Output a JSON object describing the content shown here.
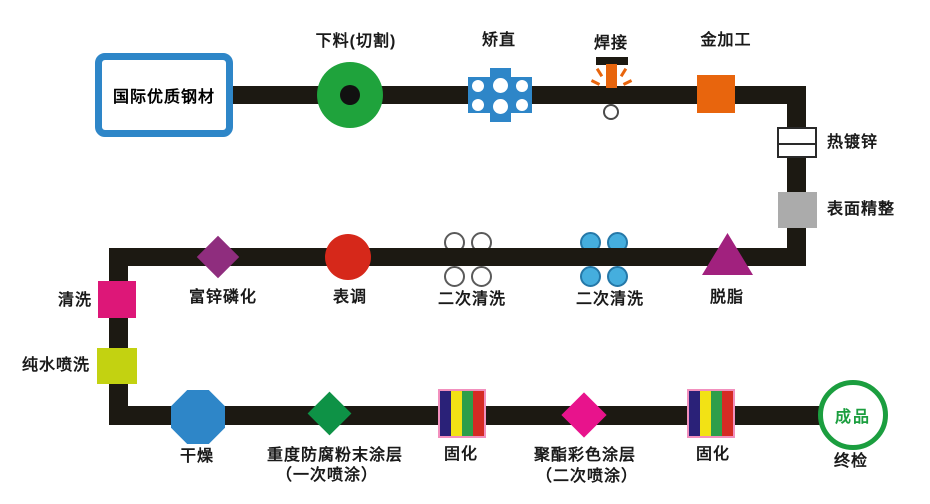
{
  "flow": {
    "source": {
      "label": "国际优质钢材"
    },
    "stations": {
      "cutting": {
        "label": "下料(切割)"
      },
      "straightening": {
        "label": "矫直"
      },
      "welding": {
        "label": "焊接"
      },
      "machining": {
        "label": "金加工"
      },
      "galvanizing": {
        "label": "热镀锌"
      },
      "surface_finishing": {
        "label": "表面精整"
      },
      "degreasing": {
        "label": "脱脂"
      },
      "second_rinse_blue": {
        "label": "二次清洗"
      },
      "second_rinse_white": {
        "label": "二次清洗"
      },
      "surface_conditioning": {
        "label": "表调"
      },
      "zinc_phosphating": {
        "label": "富锌磷化"
      },
      "rinsing": {
        "label": "清洗"
      },
      "pure_water_spray": {
        "label": "纯水喷洗"
      },
      "drying": {
        "label": "干燥"
      },
      "powder_coating": {
        "label": "重度防腐粉末涂层",
        "sublabel": "（一次喷涂）"
      },
      "curing_1": {
        "label": "固化"
      },
      "polyester_coating": {
        "label": "聚酯彩色涂层",
        "sublabel": "（二次喷涂）"
      },
      "curing_2": {
        "label": "固化"
      },
      "final_inspection": {
        "label": "终检",
        "badge": "成品"
      }
    }
  },
  "colors": {
    "line": "#1c1912",
    "steel_box_border": "#2e86c8",
    "cutting_green": "#1fa33c",
    "straightener_blue": "#2e86c8",
    "weld_orange": "#e8650d",
    "machining_orange": "#e8650d",
    "finishing_gray": "#ababab",
    "degrease_purple": "#a1217e",
    "rinse_circle_blue": "#45aede",
    "surface_cond_red": "#d6281a",
    "phosphating_plum": "#8f2d7e",
    "rinse_magenta": "#dd1778",
    "pure_water_yellow": "#c3d211",
    "drying_blue": "#2e86c8",
    "powder_green": "#0e9246",
    "polyester_magenta": "#e8138c",
    "stripe_navy": "#2a2178",
    "stripe_yellow": "#f2e215",
    "stripe_green": "#2e9e4a",
    "stripe_red": "#d52b24",
    "stripe_border_pink": "#f290be",
    "finished_green": "#1b9e3f"
  }
}
